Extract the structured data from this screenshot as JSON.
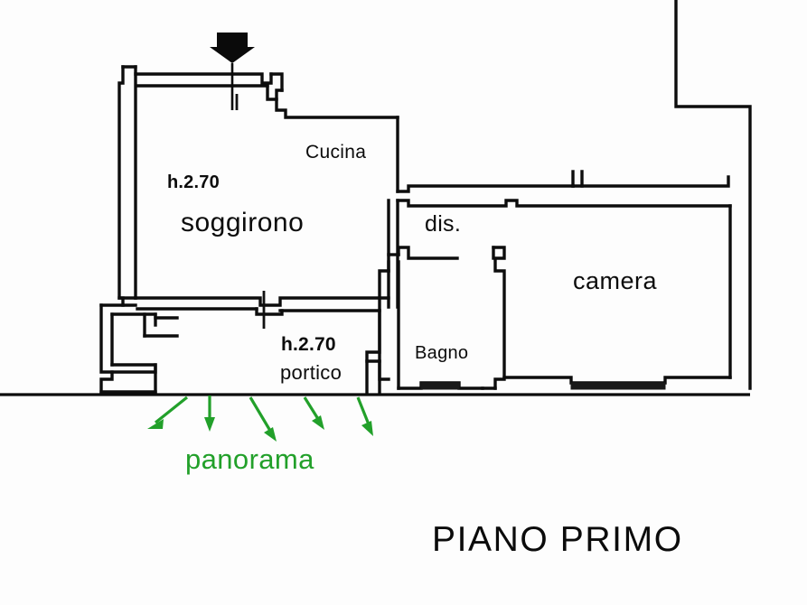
{
  "document": {
    "type": "floor-plan",
    "title": "PIANO PRIMO",
    "language": "it",
    "background_color": "#fdfdfd",
    "line_color": "#0d0d0d",
    "annotation_color": "#22a02a"
  },
  "rooms": [
    {
      "key": "soggirono",
      "label": "soggirono",
      "height_label": "h.2.70"
    },
    {
      "key": "cucina",
      "label": "Cucina"
    },
    {
      "key": "dis",
      "label": "dis."
    },
    {
      "key": "camera",
      "label": "camera"
    },
    {
      "key": "bagno",
      "label": "Bagno"
    },
    {
      "key": "portico",
      "label": "portico",
      "height_label": "h.2.70"
    }
  ],
  "labels": {
    "soggirono": "soggirono",
    "soggirono_height": "h.2.70",
    "cucina": "Cucina",
    "dis": "dis.",
    "camera": "camera",
    "bagno": "Bagno",
    "portico": "portico",
    "portico_height": "h.2.70",
    "panorama": "panorama",
    "title": "PIANO PRIMO"
  },
  "annotations": {
    "panorama_text": "panorama",
    "panorama_arrow_count": 5,
    "panorama_color": "#22a02a",
    "entrance_marker": "entrance-arrow"
  }
}
